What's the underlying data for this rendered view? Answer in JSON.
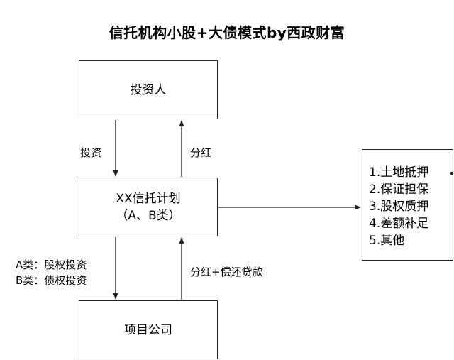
{
  "title": "信托机构小股+大债模式by西政财富",
  "nodes": {
    "investor": "投资人",
    "trust_plan_line1": "XX信托计划",
    "trust_plan_line2": "（A、B类）",
    "project_company": "项目公司"
  },
  "edges": {
    "invest": "投资",
    "dividend": "分红",
    "class_a": "A类：股权投资",
    "class_b": "B类：债权投资",
    "dividend_repay": "分红+偿还贷款"
  },
  "risk_controls": [
    "1.土地抵押",
    "2.保证担保",
    "3.股权质押",
    "4.差额补足",
    "5.其他"
  ]
}
